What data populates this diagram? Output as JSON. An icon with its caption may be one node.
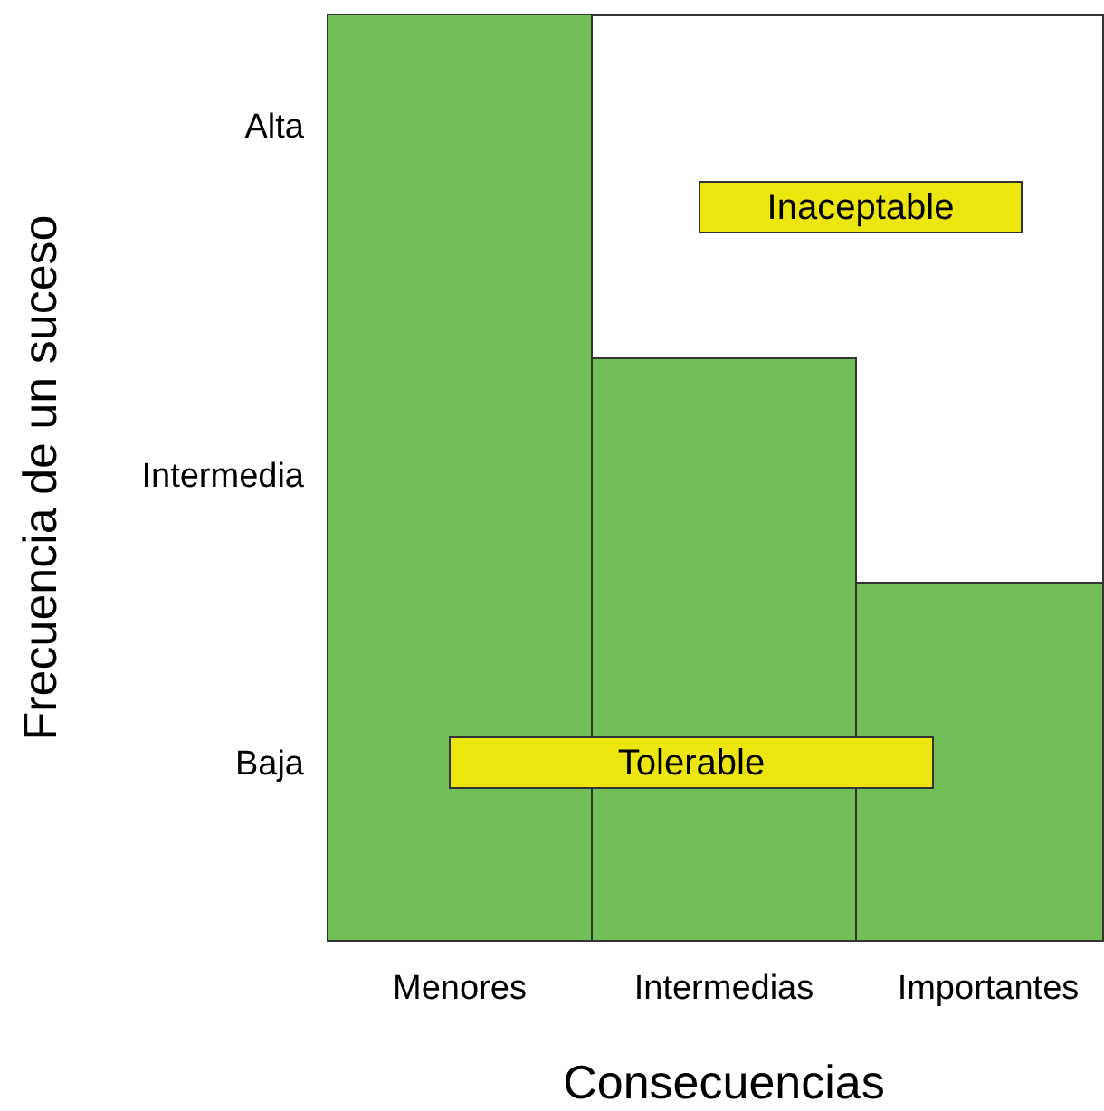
{
  "diagram": {
    "nodes": [
      {
        "text": [
          "Inaceptable"
        ]
      },
      {
        "text": [
          "Tolerable"
        ]
      }
    ],
    "labels": [
      "Alta",
      "Intermedia",
      "Baja",
      "Menores",
      "Intermedias",
      "Importantes",
      "Frecuencia de un suceso",
      "Consecuencias"
    ]
  }
}
